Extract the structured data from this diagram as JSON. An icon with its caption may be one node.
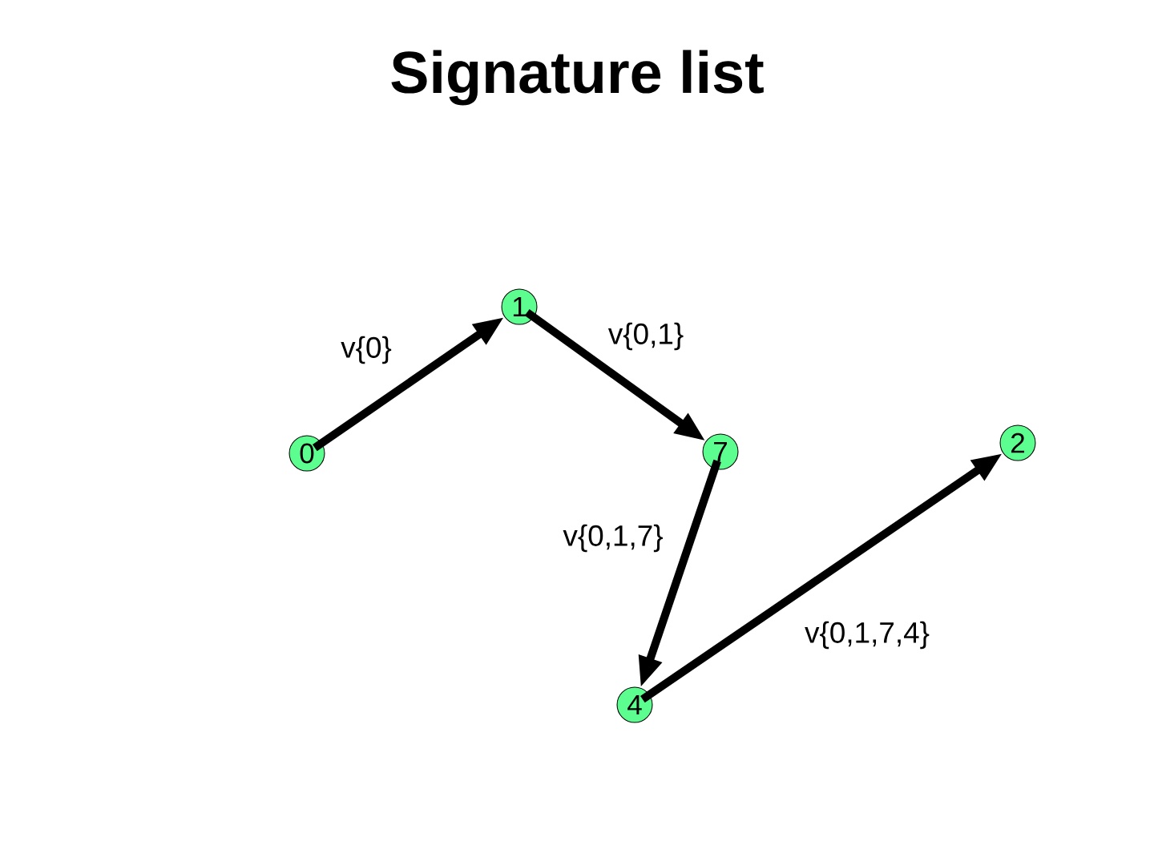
{
  "diagram": {
    "title": "Signature list",
    "nodes": [
      {
        "text": [
          "0"
        ]
      },
      {
        "text": [
          "1"
        ]
      },
      {
        "text": [
          "7"
        ]
      },
      {
        "text": [
          "4"
        ]
      },
      {
        "text": [
          "2"
        ]
      }
    ],
    "edges": [
      {
        "from": 0,
        "to": 1,
        "arrow": "to",
        "label": "v{0}"
      },
      {
        "from": 1,
        "to": 2,
        "arrow": "to",
        "label": "v{0,1}"
      },
      {
        "from": 2,
        "to": 3,
        "arrow": "to",
        "label": "v{0,1,7}"
      },
      {
        "from": 3,
        "to": 4,
        "arrow": "to",
        "label": "v{0,1,7,4}"
      }
    ]
  }
}
